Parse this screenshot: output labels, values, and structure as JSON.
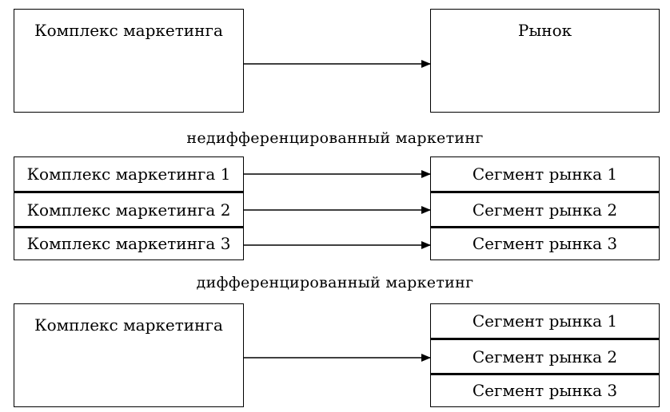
{
  "section1": {
    "left_box_label": "Комплекс маркетинга",
    "right_box_label": "Рынок",
    "caption": "недифференцированный  маркетинг"
  },
  "section2": {
    "left_items": [
      "Комплекс маркетинга 1",
      "Комплекс маркетинга 2",
      "Комплекс маркетинга 3"
    ],
    "right_items": [
      "Сегмент рынка 1",
      "Сегмент рынка 2",
      "Сегмент рынка 3"
    ],
    "caption": "дифференцированный  маркетинг"
  },
  "section3": {
    "left_box_label": "Комплекс маркетинга",
    "right_items": [
      "Сегмент рынка 1",
      "Сегмент рынка 2",
      "Сегмент рынка 3"
    ]
  }
}
